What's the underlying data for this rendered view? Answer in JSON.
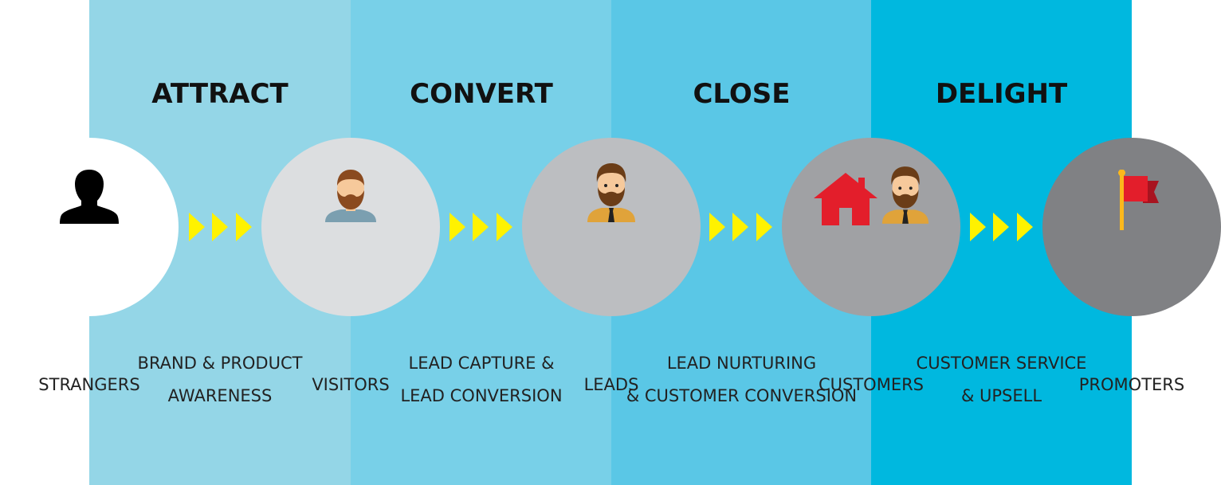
{
  "colors": {
    "column_backgrounds": [
      "#94d6e7",
      "#78d0e8",
      "#5ac7e6",
      "#00b8df"
    ],
    "circle_fills": [
      "#ffffff",
      "#dcdee0",
      "#bcbec1",
      "#a0a1a4",
      "#808184"
    ],
    "arrow": "#fff200",
    "house": "#e31e2b",
    "flag": "#e31e2b"
  },
  "stages": [
    {
      "title": "ATTRACT",
      "desc_line1": "BRAND  & PRODUCT",
      "desc_line2": "AWARENESS"
    },
    {
      "title": "CONVERT",
      "desc_line1": "LEAD CAPTURE &",
      "desc_line2": "LEAD CONVERSION"
    },
    {
      "title": "CLOSE",
      "desc_line1": "LEAD NURTURING",
      "desc_line2": "& CUSTOMER CONVERSION"
    },
    {
      "title": "DELIGHT",
      "desc_line1": "CUSTOMER SERVICE",
      "desc_line2": "& UPSELL"
    }
  ],
  "personas": [
    {
      "label": "STRANGERS",
      "icon": "silhouette-person-icon"
    },
    {
      "label": "VISITORS",
      "icon": "bearded-man-icon"
    },
    {
      "label": "LEADS",
      "icon": "businessman-icon"
    },
    {
      "label": "CUSTOMERS",
      "icon": "house-and-businessman-icon"
    },
    {
      "label": "PROMOTERS",
      "icon": "flag-icon"
    }
  ]
}
